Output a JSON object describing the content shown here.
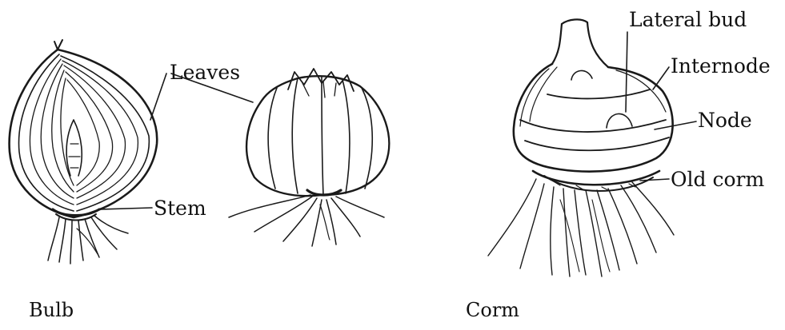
{
  "labels": {
    "leaves": "Leaves",
    "stem": "Stem",
    "lateral_bud": "Lateral bud",
    "internode": "Internode",
    "node": "Node",
    "old_corm": "Old corm"
  },
  "captions": {
    "bulb": "Bulb",
    "corm": "Corm"
  }
}
